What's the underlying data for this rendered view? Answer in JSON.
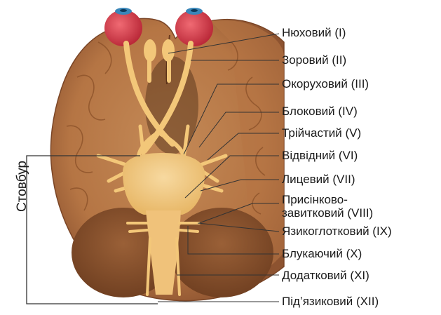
{
  "labels": [
    "Нюховий (I)",
    "Зоровий (II)",
    "Окоруховий (III)",
    "Блоковий (IV)",
    "Трійчастий (V)",
    "Відвідний (VI)",
    "Лицевий (VII)",
    "Присінково-",
    "завитковий (VIII)",
    "Язикоглотковий (IX)",
    "Блукаючий (X)",
    "Додатковий (XI)",
    "Під’язиковий (XII)"
  ],
  "brainstem_label": "Стовбур",
  "colors": {
    "brain": "#b77a47",
    "brain_dark": "#8a5530",
    "nerve": "#f3c779",
    "eye": "#d9404c",
    "iris": "#3a86b8",
    "leader_line": "#333333"
  }
}
